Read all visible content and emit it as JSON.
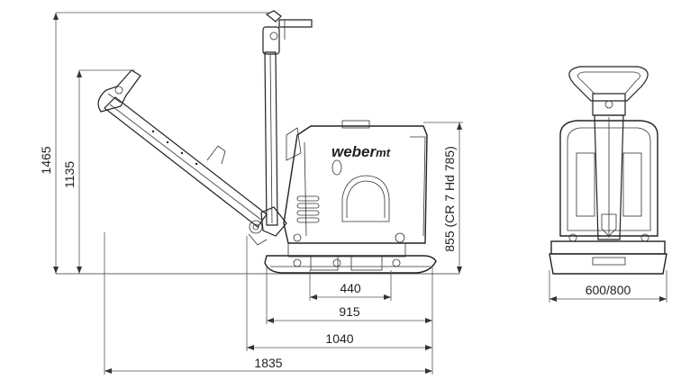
{
  "brand": {
    "name": "weber",
    "suffix": "mt"
  },
  "dimensions": {
    "height_total": "1465",
    "height_handle": "1135",
    "height_body": "855 (CR 7 Hd 785)",
    "width_440": "440",
    "width_915": "915",
    "width_1040": "1040",
    "width_1835": "1835",
    "front_width": "600/800"
  }
}
